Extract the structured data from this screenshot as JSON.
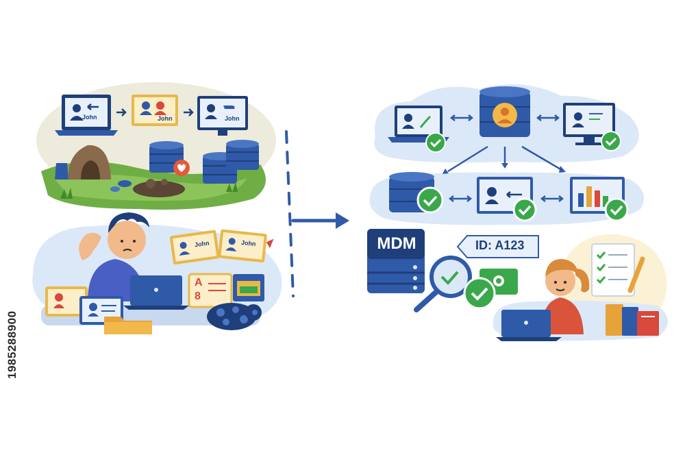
{
  "left": {
    "cards": [
      {
        "name": "John"
      },
      {
        "name": "John"
      },
      {
        "name": "John"
      }
    ],
    "person_cards": [
      {
        "name": "John"
      },
      {
        "name": "John"
      }
    ],
    "letters": [
      "A",
      "8"
    ]
  },
  "right": {
    "mdm_label": "MDM",
    "id_label": "ID: A123"
  },
  "watermark": {
    "stock_id": "1985288900"
  },
  "colors": {
    "blue": "#2f5aa8",
    "navy": "#1f3f7a",
    "green": "#3aa84a",
    "cloud": "#dbe8f7",
    "ground": "#5aa33a"
  }
}
